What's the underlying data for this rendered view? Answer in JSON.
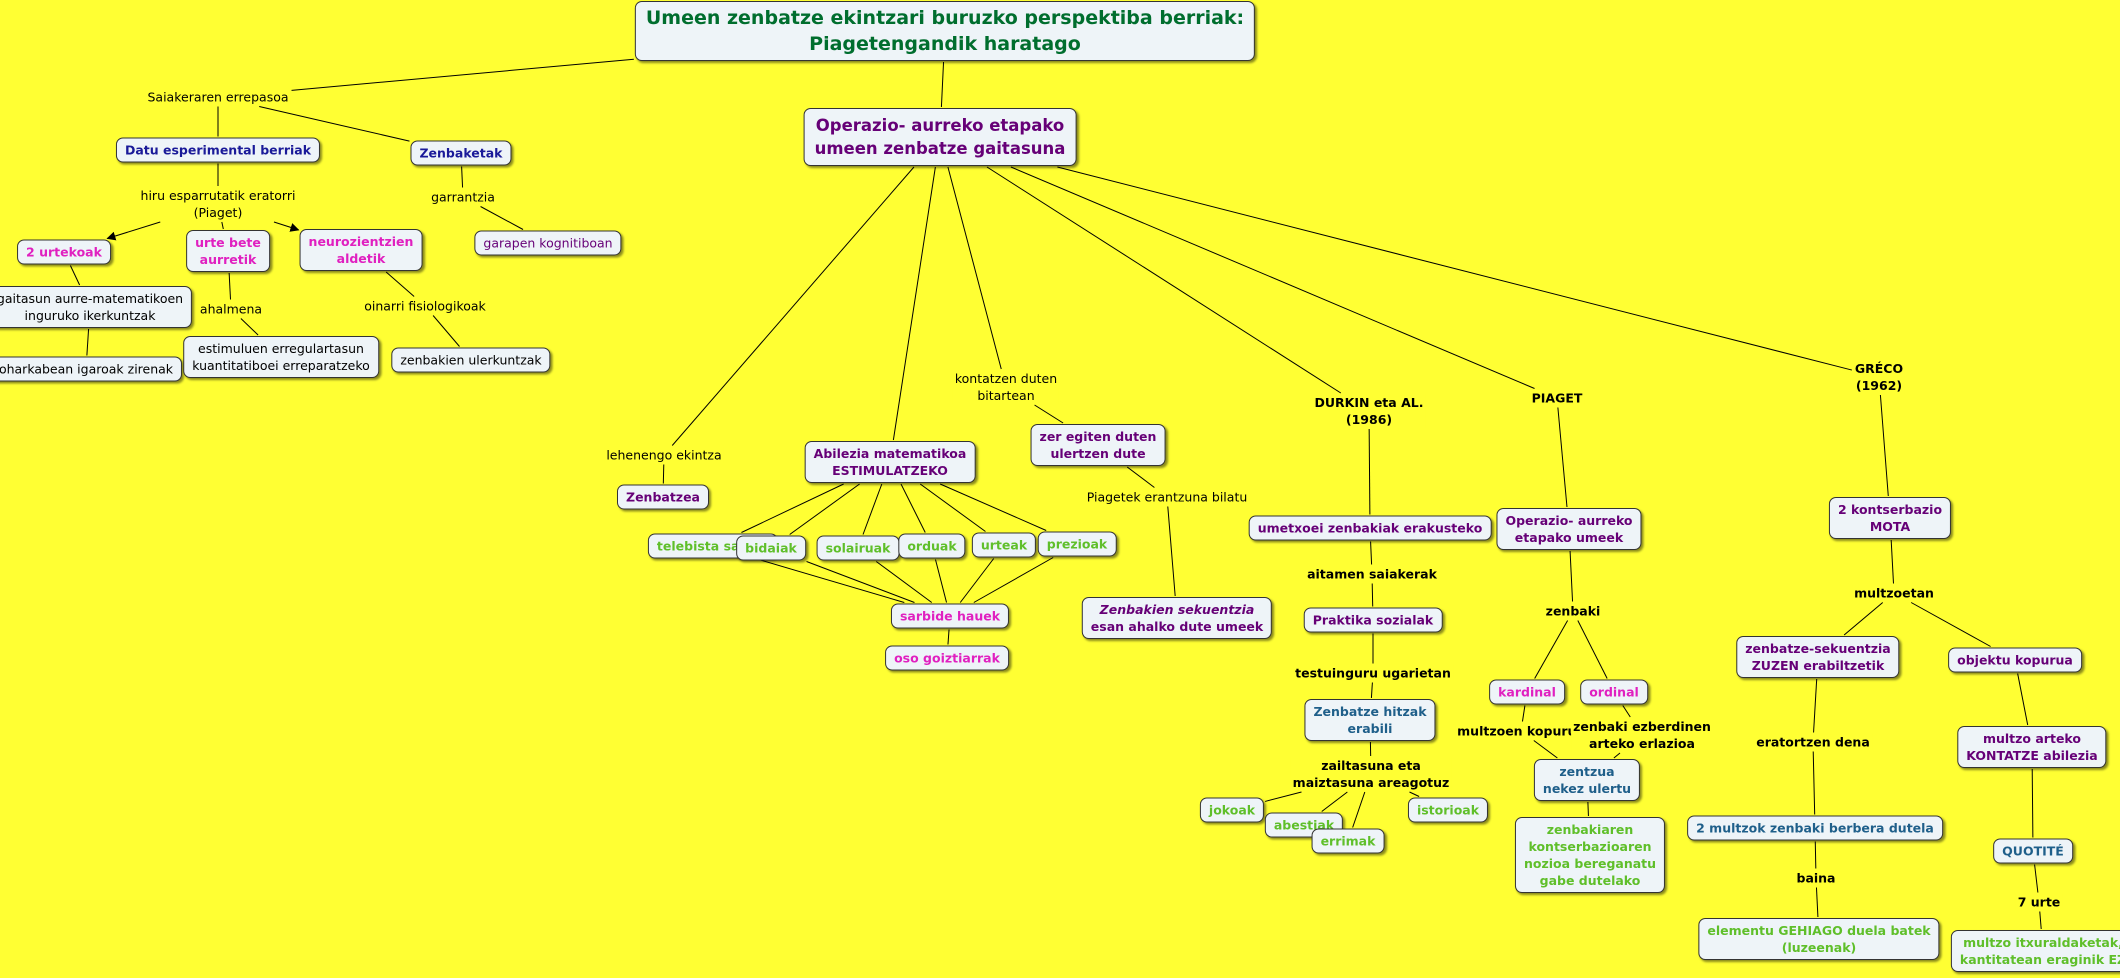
{
  "colors": {
    "background": "#ffff33",
    "box_fill": "#eef4f8",
    "root_text": "#006e2e",
    "purple_text": "#660077",
    "navy_text": "#1a1a99",
    "magenta_text": "#e020c0",
    "green_text": "#5fbf2a",
    "teal_text": "#1f5f8a"
  },
  "nodes": [
    {
      "id": "root",
      "text": "Umeen zenbatze ekintzari buruzko perspektiba berriak:\nPiagetengandik haratago",
      "kind": "box",
      "style": "root"
    },
    {
      "id": "saiakera",
      "text": "Saiakeraren errepasoa",
      "kind": "label",
      "style": "black"
    },
    {
      "id": "datu",
      "text": "Datu esperimental berriak",
      "kind": "box",
      "style": "navy b"
    },
    {
      "id": "zenbaketak",
      "text": "Zenbaketak",
      "kind": "box",
      "style": "navy b"
    },
    {
      "id": "hiru",
      "text": "hiru esparrutatik eratorri\n(Piaget)",
      "kind": "label",
      "style": "black"
    },
    {
      "id": "garrantzia",
      "text": "garrantzia",
      "kind": "label",
      "style": "black"
    },
    {
      "id": "garapen",
      "text": "garapen kognitiboan",
      "kind": "box",
      "style": "purple"
    },
    {
      "id": "urtekoak",
      "text": "2 urtekoak",
      "kind": "box",
      "style": "magenta b"
    },
    {
      "id": "urtebete",
      "text": "urte bete\naurretik",
      "kind": "box",
      "style": "magenta b"
    },
    {
      "id": "neuro",
      "text": "neurozientzien\naldetik",
      "kind": "box",
      "style": "magenta b"
    },
    {
      "id": "gaitasun",
      "text": "gaitasun aurre-matematikoen\ninguruko ikerkuntzak",
      "kind": "box",
      "style": "black"
    },
    {
      "id": "ahalmena",
      "text": "ahalmena",
      "kind": "label",
      "style": "black"
    },
    {
      "id": "oinarri",
      "text": "oinarri fisiologikoak",
      "kind": "label",
      "style": "black"
    },
    {
      "id": "oharkabean",
      "text": "oharkabean igaroak zirenak",
      "kind": "box",
      "style": "black"
    },
    {
      "id": "estimuluen",
      "text": "estimuluen erregulartasun\nkuantitatiboei erreparatzeko",
      "kind": "box",
      "style": "black"
    },
    {
      "id": "zenbakienUler",
      "text": "zenbakien ulerkuntzak",
      "kind": "box",
      "style": "black"
    },
    {
      "id": "operazio",
      "text": "Operazio- aurreko etapako\numeen zenbatze gaitasuna",
      "kind": "box",
      "style": "big"
    },
    {
      "id": "lehenengo",
      "text": "lehenengo ekintza",
      "kind": "label",
      "style": "black"
    },
    {
      "id": "zenbatzea",
      "text": "Zenbatzea",
      "kind": "box",
      "style": "purple b"
    },
    {
      "id": "abilezia",
      "text": "Abilezia matematikoa\nESTIMULATZEKO",
      "kind": "box",
      "style": "purple b"
    },
    {
      "id": "kontatzen",
      "text": "kontatzen duten\nbitartean",
      "kind": "label",
      "style": "black"
    },
    {
      "id": "zeregiten",
      "text": "zer egiten duten\nulertzen dute",
      "kind": "box",
      "style": "purple b"
    },
    {
      "id": "piagetek",
      "text": "Piagetek erantzuna bilatu",
      "kind": "label",
      "style": "black"
    },
    {
      "id": "zenbSek",
      "text": "Zenbakien sekuentzia\nesan ahalko dute umeek",
      "kind": "box",
      "style": "purple b",
      "italic_line": "Zenbakien sekuentzia"
    },
    {
      "id": "telebista",
      "text": "telebista saioak",
      "kind": "box",
      "style": "green b"
    },
    {
      "id": "bidaiak",
      "text": "bidaiak",
      "kind": "box",
      "style": "green b"
    },
    {
      "id": "solairuak",
      "text": "solairuak",
      "kind": "box",
      "style": "green b"
    },
    {
      "id": "orduak",
      "text": "orduak",
      "kind": "box",
      "style": "green b"
    },
    {
      "id": "urteak",
      "text": "urteak",
      "kind": "box",
      "style": "green b"
    },
    {
      "id": "prezioak",
      "text": "prezioak",
      "kind": "box",
      "style": "green b"
    },
    {
      "id": "sarbide",
      "text": "sarbide hauek",
      "kind": "box",
      "style": "magenta b"
    },
    {
      "id": "oso",
      "text": "oso goiztiarrak",
      "kind": "box",
      "style": "magenta b"
    },
    {
      "id": "durkin",
      "text": "DURKIN eta AL.\n(1986)",
      "kind": "label",
      "style": "black b"
    },
    {
      "id": "umetxoei",
      "text": "umetxoei zenbakiak erakusteko",
      "kind": "box",
      "style": "purple b"
    },
    {
      "id": "aitamen",
      "text": "aitamen saiakerak",
      "kind": "label",
      "style": "black b"
    },
    {
      "id": "praktika",
      "text": "Praktika sozialak",
      "kind": "box",
      "style": "purple b"
    },
    {
      "id": "testuinguru",
      "text": "testuinguru ugarietan",
      "kind": "label",
      "style": "black b"
    },
    {
      "id": "zenbHitzak",
      "text": "Zenbatze hitzak\nerabili",
      "kind": "box",
      "style": "teal b"
    },
    {
      "id": "zailtasuna",
      "text": "zailtasuna eta\nmaiztasuna areagotuz",
      "kind": "label",
      "style": "black b"
    },
    {
      "id": "jokoak",
      "text": "jokoak",
      "kind": "box",
      "style": "green b"
    },
    {
      "id": "abestiak",
      "text": "abestiak",
      "kind": "box",
      "style": "green b"
    },
    {
      "id": "errimak",
      "text": "errimak",
      "kind": "box",
      "style": "green b"
    },
    {
      "id": "istorioak",
      "text": "istorioak",
      "kind": "box",
      "style": "green b"
    },
    {
      "id": "piaget",
      "text": "PIAGET",
      "kind": "label",
      "style": "black b"
    },
    {
      "id": "opUmeek",
      "text": "Operazio- aurreko\netapako umeek",
      "kind": "box",
      "style": "purple b"
    },
    {
      "id": "zenbaki",
      "text": "zenbaki",
      "kind": "label",
      "style": "black b"
    },
    {
      "id": "kardinal",
      "text": "kardinal",
      "kind": "box",
      "style": "magenta b"
    },
    {
      "id": "ordinal",
      "text": "ordinal",
      "kind": "box",
      "style": "magenta b"
    },
    {
      "id": "multzoenKop",
      "text": "multzoen kopurua",
      "kind": "label",
      "style": "black b"
    },
    {
      "id": "zenbEzb",
      "text": "zenbaki ezberdinen\narteko erlazioa",
      "kind": "label",
      "style": "black b"
    },
    {
      "id": "zentzua",
      "text": "zentzua\nnekez ulertu",
      "kind": "box",
      "style": "teal b"
    },
    {
      "id": "zenbakiaren",
      "text": "zenbakiaren\nkontserbazioaren\nnozioa bereganatu\ngabe dutelako",
      "kind": "box",
      "style": "green b"
    },
    {
      "id": "greco",
      "text": "GRÉCO\n(1962)",
      "kind": "label",
      "style": "black b"
    },
    {
      "id": "kontserbazio",
      "text": "2 kontserbazio\nMOTA",
      "kind": "box",
      "style": "purple b"
    },
    {
      "id": "multzoetan",
      "text": "multzoetan",
      "kind": "label",
      "style": "black b"
    },
    {
      "id": "zenbSekZuzen",
      "text": "zenbatze-sekuentzia\nZUZEN erabiltzetik",
      "kind": "box",
      "style": "purple b"
    },
    {
      "id": "objektu",
      "text": "objektu kopurua",
      "kind": "box",
      "style": "purple b"
    },
    {
      "id": "eratortzen",
      "text": "eratortzen dena",
      "kind": "label",
      "style": "black b"
    },
    {
      "id": "multzoArteko",
      "text": "multzo arteko\nKONTATZE abilezia",
      "kind": "box",
      "style": "purple b"
    },
    {
      "id": "bimultzok",
      "text": "2 multzok zenbaki berbera dutela",
      "kind": "box",
      "style": "teal b"
    },
    {
      "id": "quotite",
      "text": "QUOTITÉ",
      "kind": "box",
      "style": "teal b"
    },
    {
      "id": "baina",
      "text": "baina",
      "kind": "label",
      "style": "black b"
    },
    {
      "id": "zazpiUrte",
      "text": "7 urte",
      "kind": "label",
      "style": "black b"
    },
    {
      "id": "elementu",
      "text": "elementu GEHIAGO duela batek\n(luzeenak)",
      "kind": "box",
      "style": "green b"
    },
    {
      "id": "multzoItx",
      "text": "multzo itxuraldaketak,\nkantitatean eraginik EZ",
      "kind": "box",
      "style": "green b"
    }
  ],
  "links": [
    {
      "from": "root",
      "to": "saiakera"
    },
    {
      "from": "root",
      "to": "operazio"
    },
    {
      "from": "saiakera",
      "to": "datu"
    },
    {
      "from": "saiakera",
      "to": "zenbaketak"
    },
    {
      "from": "datu",
      "to": "hiru"
    },
    {
      "from": "hiru",
      "to": "urtekoak",
      "arrow": true
    },
    {
      "from": "hiru",
      "to": "urtebete"
    },
    {
      "from": "hiru",
      "to": "neuro",
      "arrow": true
    },
    {
      "from": "zenbaketak",
      "to": "garrantzia"
    },
    {
      "from": "garrantzia",
      "to": "garapen"
    },
    {
      "from": "urtekoak",
      "to": "gaitasun"
    },
    {
      "from": "gaitasun",
      "to": "oharkabean"
    },
    {
      "from": "urtebete",
      "to": "ahalmena"
    },
    {
      "from": "ahalmena",
      "to": "estimuluen"
    },
    {
      "from": "neuro",
      "to": "oinarri"
    },
    {
      "from": "oinarri",
      "to": "zenbakienUler"
    },
    {
      "from": "operazio",
      "to": "lehenengo"
    },
    {
      "from": "operazio",
      "to": "abilezia"
    },
    {
      "from": "operazio",
      "to": "kontatzen"
    },
    {
      "from": "operazio",
      "to": "durkin"
    },
    {
      "from": "operazio",
      "to": "piaget"
    },
    {
      "from": "operazio",
      "to": "greco"
    },
    {
      "from": "lehenengo",
      "to": "zenbatzea"
    },
    {
      "from": "abilezia",
      "to": "telebista"
    },
    {
      "from": "abilezia",
      "to": "bidaiak"
    },
    {
      "from": "abilezia",
      "to": "solairuak"
    },
    {
      "from": "abilezia",
      "to": "orduak"
    },
    {
      "from": "abilezia",
      "to": "urteak"
    },
    {
      "from": "abilezia",
      "to": "prezioak"
    },
    {
      "from": "telebista",
      "to": "sarbide"
    },
    {
      "from": "bidaiak",
      "to": "sarbide"
    },
    {
      "from": "solairuak",
      "to": "sarbide"
    },
    {
      "from": "orduak",
      "to": "sarbide"
    },
    {
      "from": "urteak",
      "to": "sarbide"
    },
    {
      "from": "prezioak",
      "to": "sarbide"
    },
    {
      "from": "sarbide",
      "to": "oso"
    },
    {
      "from": "kontatzen",
      "to": "zeregiten"
    },
    {
      "from": "zeregiten",
      "to": "piagetek"
    },
    {
      "from": "piagetek",
      "to": "zenbSek"
    },
    {
      "from": "durkin",
      "to": "umetxoei"
    },
    {
      "from": "umetxoei",
      "to": "aitamen"
    },
    {
      "from": "aitamen",
      "to": "praktika"
    },
    {
      "from": "praktika",
      "to": "testuinguru"
    },
    {
      "from": "testuinguru",
      "to": "zenbHitzak"
    },
    {
      "from": "zenbHitzak",
      "to": "zailtasuna"
    },
    {
      "from": "zailtasuna",
      "to": "jokoak"
    },
    {
      "from": "zailtasuna",
      "to": "abestiak"
    },
    {
      "from": "zailtasuna",
      "to": "errimak"
    },
    {
      "from": "zailtasuna",
      "to": "istorioak"
    },
    {
      "from": "piaget",
      "to": "opUmeek"
    },
    {
      "from": "opUmeek",
      "to": "zenbaki"
    },
    {
      "from": "zenbaki",
      "to": "kardinal"
    },
    {
      "from": "zenbaki",
      "to": "ordinal"
    },
    {
      "from": "kardinal",
      "to": "multzoenKop"
    },
    {
      "from": "ordinal",
      "to": "zenbEzb"
    },
    {
      "from": "multzoenKop",
      "to": "zentzua"
    },
    {
      "from": "zenbEzb",
      "to": "zentzua"
    },
    {
      "from": "zentzua",
      "to": "zenbakiaren"
    },
    {
      "from": "greco",
      "to": "kontserbazio"
    },
    {
      "from": "kontserbazio",
      "to": "multzoetan"
    },
    {
      "from": "multzoetan",
      "to": "zenbSekZuzen"
    },
    {
      "from": "multzoetan",
      "to": "objektu"
    },
    {
      "from": "zenbSekZuzen",
      "to": "eratortzen"
    },
    {
      "from": "eratortzen",
      "to": "bimultzok"
    },
    {
      "from": "bimultzok",
      "to": "baina"
    },
    {
      "from": "baina",
      "to": "elementu"
    },
    {
      "from": "objektu",
      "to": "multzoArteko"
    },
    {
      "from": "multzoArteko",
      "to": "quotite"
    },
    {
      "from": "quotite",
      "to": "zazpiUrte"
    },
    {
      "from": "zazpiUrte",
      "to": "multzoItx"
    }
  ]
}
